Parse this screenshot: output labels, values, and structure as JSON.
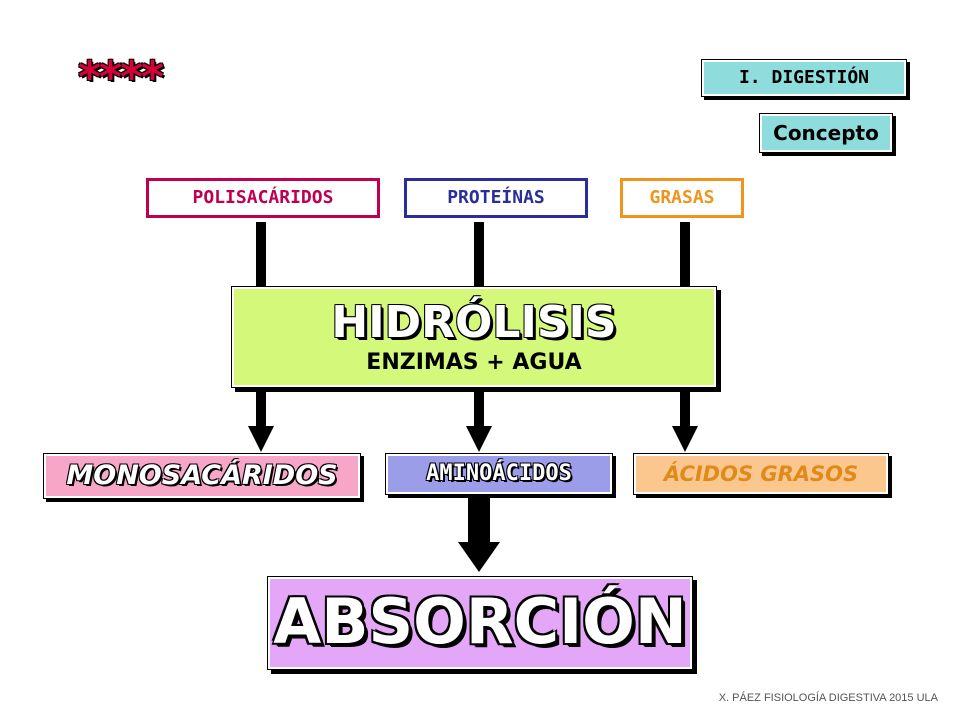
{
  "header": {
    "stars": "****",
    "section": "I. DIGESTIÓN",
    "concept": "Concepto"
  },
  "sources": {
    "polisacaridos": "POLISACÁRIDOS",
    "proteinas": "PROTEÍNAS",
    "grasas": "GRASAS"
  },
  "process": {
    "title": "HIDRÓLISIS",
    "subtitle": "ENZIMAS + AGUA"
  },
  "products": {
    "monosacaridos": "MONOSACÁRIDOS",
    "aminoacidos": "AMINOÁCIDOS",
    "acidos_grasos": "ÁCIDOS GRASOS"
  },
  "result": {
    "title": "ABSORCIÓN"
  },
  "footer": "X. PÁEZ   FISIOLOGÍA DIGESTIVA 2015 ULA",
  "colors": {
    "polisacaridos": "#c0004e",
    "proteinas": "#2b2e99",
    "grasas": "#f0941c",
    "hidrolisis_bg": "#d4f97a",
    "absorcion_bg": "#e4a6f7"
  }
}
